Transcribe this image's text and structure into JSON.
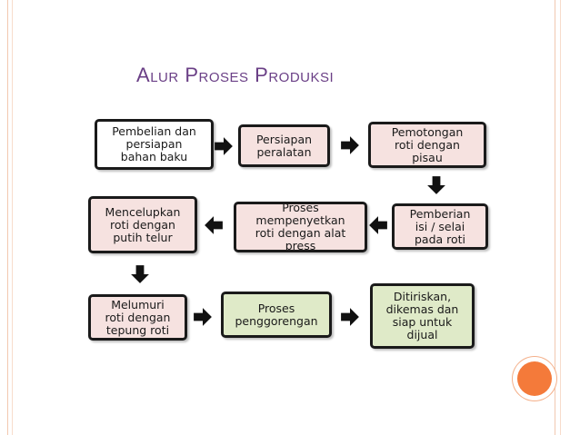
{
  "slide": {
    "title_parts": [
      {
        "cap": "A",
        "rest": "LUR"
      },
      {
        "cap": "P",
        "rest": "ROSES"
      },
      {
        "cap": "P",
        "rest": "RODUKSI"
      }
    ]
  },
  "colors": {
    "title": "#6a3f86",
    "pink_box": "#f6e2e0",
    "white_box": "#ffffff",
    "green_box": "#dfeac8",
    "border": "#1a1a1a",
    "accent_dot": "#f47a3a"
  },
  "diagram": {
    "nodes": [
      {
        "id": "n1",
        "label": "Pembelian dan\npersiapan\nbahan baku"
      },
      {
        "id": "n2",
        "label": "Persiapan\nperalatan"
      },
      {
        "id": "n3",
        "label": "Pemotongan\nroti dengan\npisau"
      },
      {
        "id": "n4",
        "label": "Pemberian\nisi / selai\npada roti"
      },
      {
        "id": "n5",
        "label": "Proses\nmempenyetkan\nroti dengan alat\npress"
      },
      {
        "id": "n6",
        "label": "Mencelupkan\nroti dengan\nputih telur"
      },
      {
        "id": "n7",
        "label": "Melumuri\nroti dengan\ntepung roti"
      },
      {
        "id": "n8",
        "label": "Proses\npenggorengan"
      },
      {
        "id": "n9",
        "label": "Ditiriskan,\ndikemas dan\nsiap untuk\ndijual"
      }
    ],
    "edges": [
      {
        "from": "n1",
        "to": "n2",
        "direction": "right"
      },
      {
        "from": "n2",
        "to": "n3",
        "direction": "right"
      },
      {
        "from": "n3",
        "to": "n4",
        "direction": "down"
      },
      {
        "from": "n4",
        "to": "n5",
        "direction": "left"
      },
      {
        "from": "n5",
        "to": "n6",
        "direction": "left"
      },
      {
        "from": "n6",
        "to": "n7",
        "direction": "down"
      },
      {
        "from": "n7",
        "to": "n8",
        "direction": "right"
      },
      {
        "from": "n8",
        "to": "n9",
        "direction": "right"
      }
    ]
  }
}
